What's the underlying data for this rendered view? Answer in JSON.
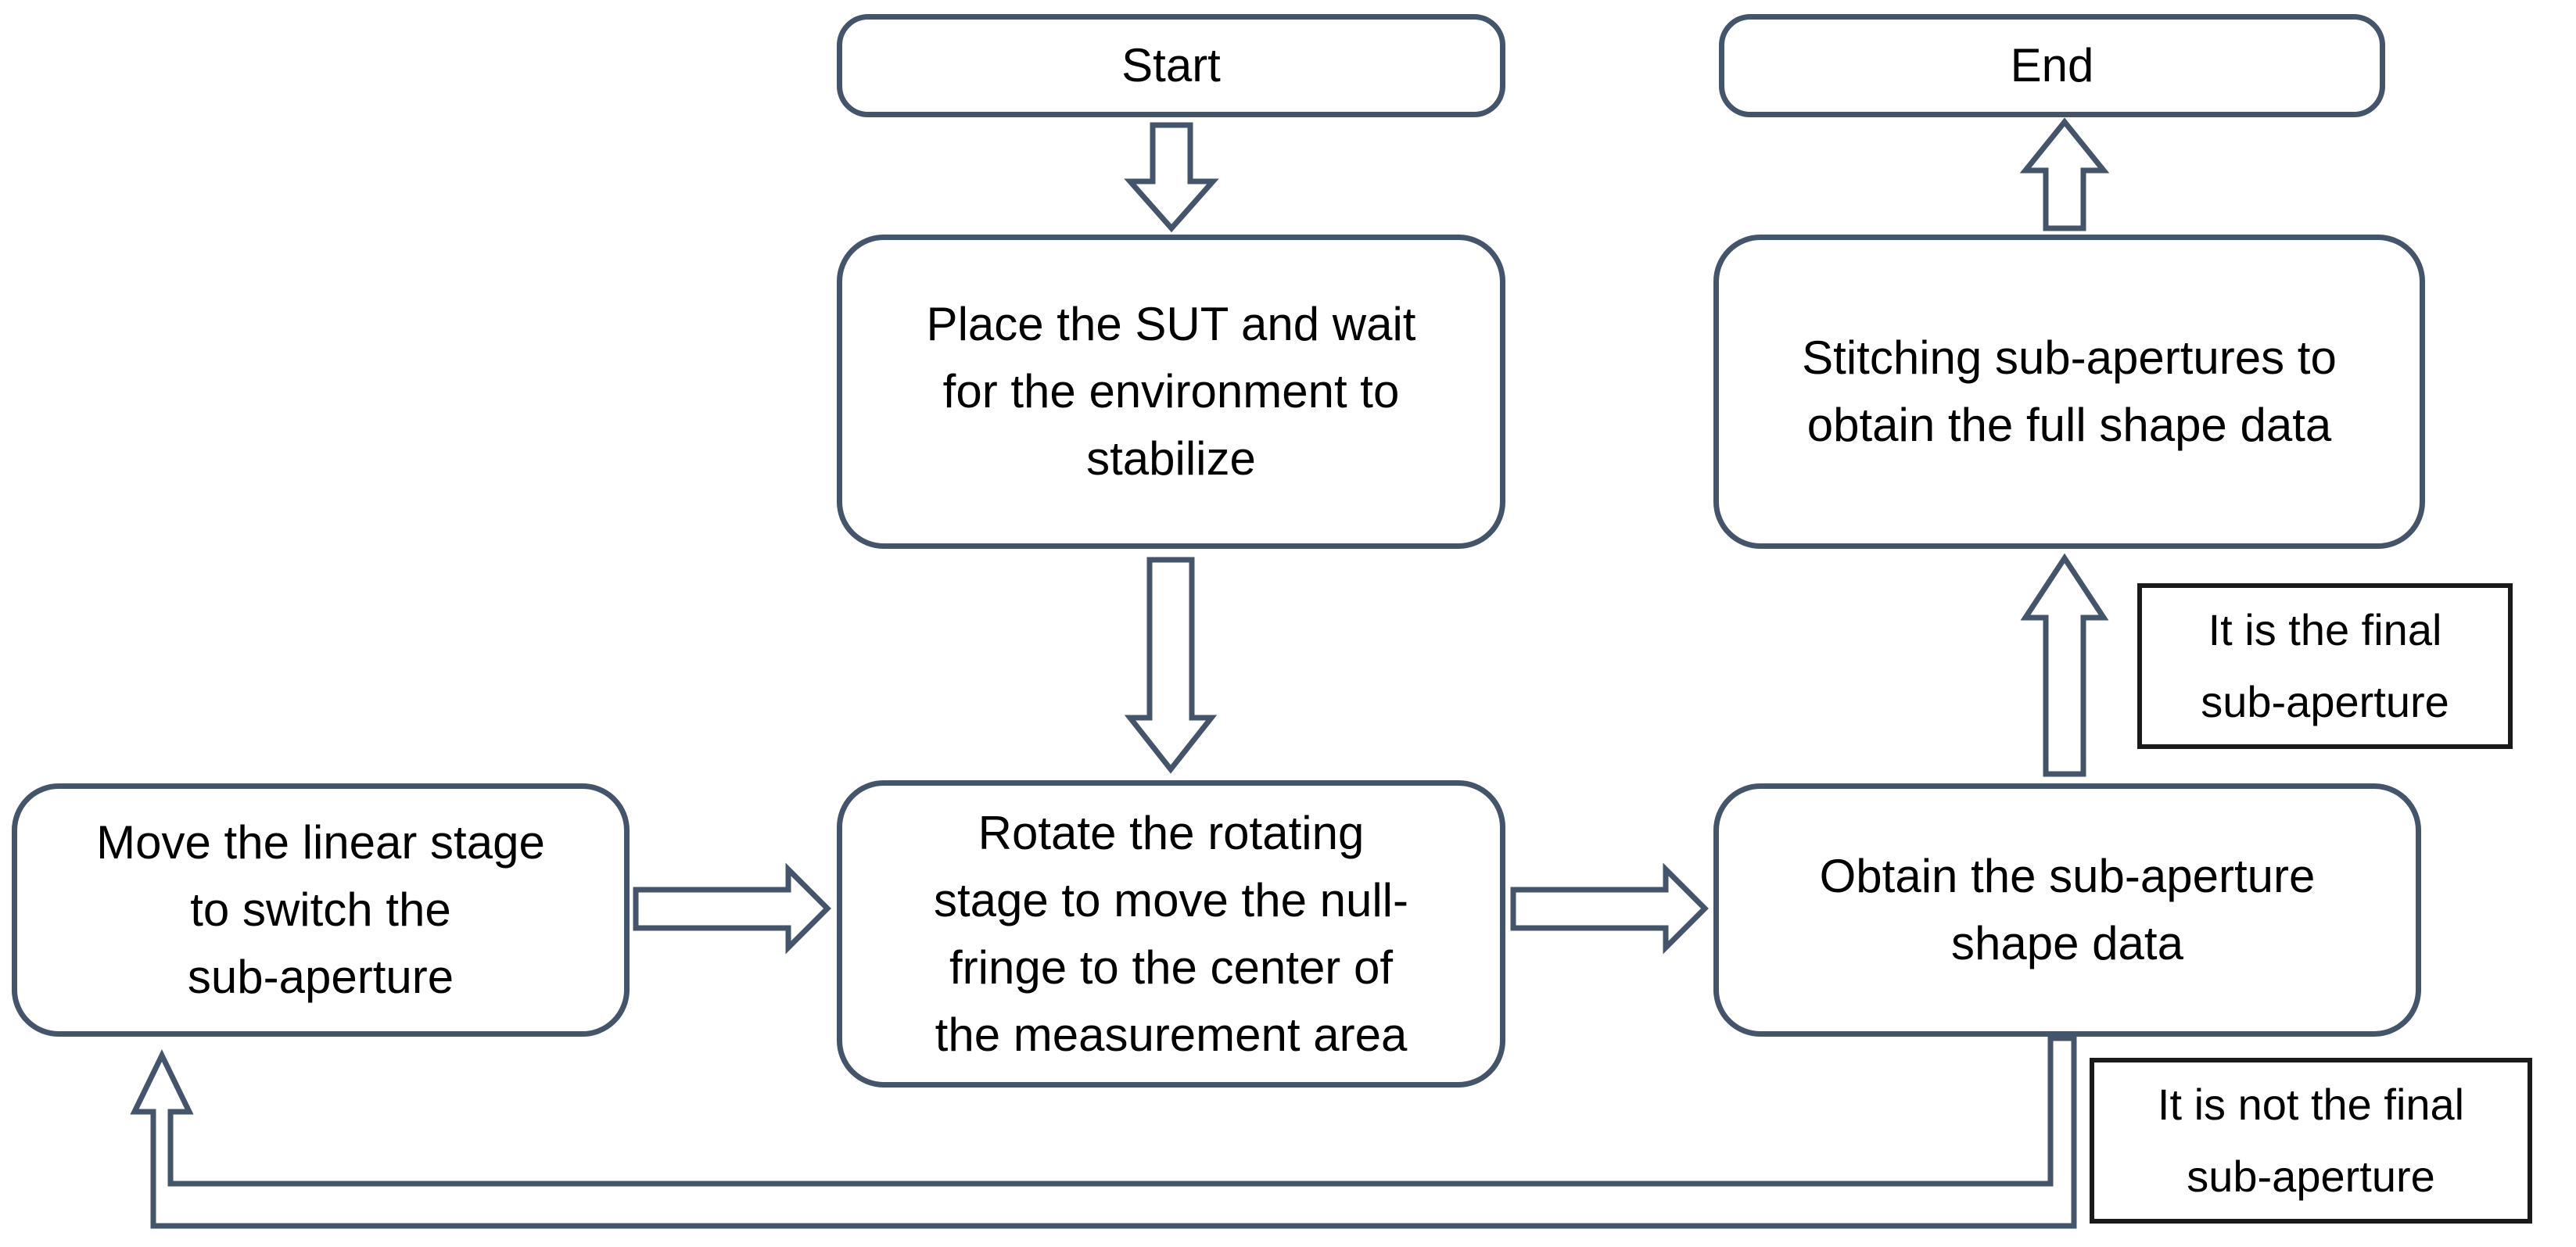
{
  "diagram": {
    "type": "flowchart",
    "colors": {
      "stroke": "#44546A",
      "label-border": "#1a1a1a",
      "text": "#000000",
      "background": "#ffffff"
    },
    "nodes": {
      "start": {
        "shape": "terminal",
        "label": "Start",
        "lines": [
          "Start"
        ]
      },
      "end": {
        "shape": "terminal",
        "label": "End",
        "lines": [
          "End"
        ]
      },
      "place": {
        "shape": "process",
        "label": "Place the SUT and wait for the environment to stabilize",
        "lines": [
          "Place the SUT and wait",
          "for the environment to",
          "stabilize"
        ]
      },
      "stitching": {
        "shape": "process",
        "label": "Stitching sub-apertures to obtain the full shape data",
        "lines": [
          "Stitching sub-apertures to",
          "obtain the full shape data"
        ]
      },
      "move": {
        "shape": "process",
        "label": "Move the linear stage to switch the sub-aperture",
        "lines": [
          "Move the linear stage",
          "to switch the",
          "sub-aperture"
        ]
      },
      "rotate": {
        "shape": "process",
        "label": "Rotate the rotating stage to move the null-fringe to the center of the measurement area",
        "lines": [
          "Rotate the rotating",
          "stage to move the null-",
          "fringe to the center of",
          "the measurement area"
        ]
      },
      "obtain": {
        "shape": "process",
        "label": "Obtain the sub-aperture shape data",
        "lines": [
          "Obtain the sub-aperture",
          "shape data"
        ]
      }
    },
    "edge_labels": {
      "final": {
        "text": "It is the final sub-aperture",
        "lines": [
          "It is the final",
          "sub-aperture"
        ]
      },
      "not_final": {
        "text": "It is not the final sub-aperture",
        "lines": [
          "It is not the final",
          "sub-aperture"
        ]
      }
    },
    "edges": [
      {
        "from": "start",
        "to": "place"
      },
      {
        "from": "place",
        "to": "rotate"
      },
      {
        "from": "move",
        "to": "rotate"
      },
      {
        "from": "rotate",
        "to": "obtain"
      },
      {
        "from": "obtain",
        "to": "stitching",
        "label": "It is the final sub-aperture"
      },
      {
        "from": "stitching",
        "to": "end"
      },
      {
        "from": "obtain",
        "to": "move",
        "label": "It is not the final sub-aperture"
      }
    ]
  }
}
